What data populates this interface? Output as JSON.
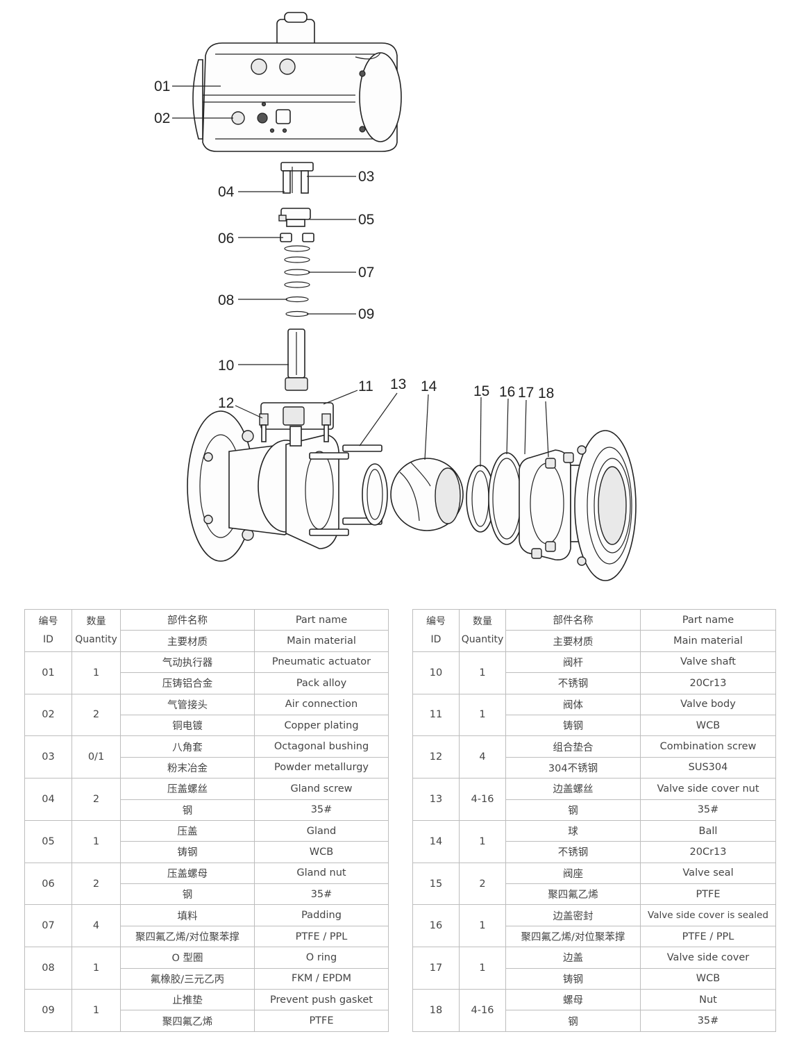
{
  "callouts": [
    "01",
    "02",
    "03",
    "04",
    "05",
    "06",
    "07",
    "08",
    "09",
    "10",
    "11",
    "12",
    "13",
    "14",
    "15",
    "16",
    "17",
    "18"
  ],
  "table_headers": {
    "id_cn": "编号",
    "id_en": "ID",
    "qty_cn": "数量",
    "qty_en": "Quantity",
    "name_cn": "部件名称",
    "name_en": "Part name",
    "material_cn": "主要材质",
    "material_en": "Main material"
  },
  "parts_left": [
    {
      "id": "01",
      "qty": "1",
      "name_cn": "气动执行器",
      "name_en": "Pneumatic actuator",
      "mat_cn": "压铸铝合金",
      "mat_en": "Pack alloy"
    },
    {
      "id": "02",
      "qty": "2",
      "name_cn": "气管接头",
      "name_en": "Air connection",
      "mat_cn": "铜电镀",
      "mat_en": "Copper plating"
    },
    {
      "id": "03",
      "qty": "0/1",
      "name_cn": "八角套",
      "name_en": "Octagonal bushing",
      "mat_cn": "粉末冶金",
      "mat_en": "Powder metallurgy"
    },
    {
      "id": "04",
      "qty": "2",
      "name_cn": "压盖螺丝",
      "name_en": "Gland screw",
      "mat_cn": "钢",
      "mat_en": "35#"
    },
    {
      "id": "05",
      "qty": "1",
      "name_cn": "压盖",
      "name_en": "Gland",
      "mat_cn": "铸钢",
      "mat_en": "WCB"
    },
    {
      "id": "06",
      "qty": "2",
      "name_cn": "压盖螺母",
      "name_en": "Gland nut",
      "mat_cn": "钢",
      "mat_en": "35#"
    },
    {
      "id": "07",
      "qty": "4",
      "name_cn": "填料",
      "name_en": "Padding",
      "mat_cn": "聚四氟乙烯/对位聚苯撑",
      "mat_en": "PTFE / PPL"
    },
    {
      "id": "08",
      "qty": "1",
      "name_cn": "O 型圈",
      "name_en": "O ring",
      "mat_cn": "氟橡胶/三元乙丙",
      "mat_en": "FKM / EPDM"
    },
    {
      "id": "09",
      "qty": "1",
      "name_cn": "止推垫",
      "name_en": "Prevent push gasket",
      "mat_cn": "聚四氟乙烯",
      "mat_en": "PTFE"
    }
  ],
  "parts_right": [
    {
      "id": "10",
      "qty": "1",
      "name_cn": "阀杆",
      "name_en": "Valve shaft",
      "mat_cn": "不锈钢",
      "mat_en": "20Cr13"
    },
    {
      "id": "11",
      "qty": "1",
      "name_cn": "阀体",
      "name_en": "Valve body",
      "mat_cn": "铸钢",
      "mat_en": "WCB"
    },
    {
      "id": "12",
      "qty": "4",
      "name_cn": "组合垫合",
      "name_en": "Combination screw",
      "mat_cn": "304不锈钢",
      "mat_en": "SUS304"
    },
    {
      "id": "13",
      "qty": "4-16",
      "name_cn": "边盖螺丝",
      "name_en": "Valve side cover nut",
      "mat_cn": "钢",
      "mat_en": "35#"
    },
    {
      "id": "14",
      "qty": "1",
      "name_cn": "球",
      "name_en": "Ball",
      "mat_cn": "不锈钢",
      "mat_en": "20Cr13"
    },
    {
      "id": "15",
      "qty": "2",
      "name_cn": "阀座",
      "name_en": "Valve seal",
      "mat_cn": "聚四氟乙烯",
      "mat_en": "PTFE"
    },
    {
      "id": "16",
      "qty": "1",
      "name_cn": "边盖密封",
      "name_en": "Valve side cover is sealed",
      "mat_cn": "聚四氟乙烯/对位聚苯撑",
      "mat_en": "PTFE / PPL"
    },
    {
      "id": "17",
      "qty": "1",
      "name_cn": "边盖",
      "name_en": "Valve side cover",
      "mat_cn": "铸钢",
      "mat_en": "WCB"
    },
    {
      "id": "18",
      "qty": "4-16",
      "name_cn": "螺母",
      "name_en": "Nut",
      "mat_cn": "钢",
      "mat_en": "35#"
    }
  ]
}
